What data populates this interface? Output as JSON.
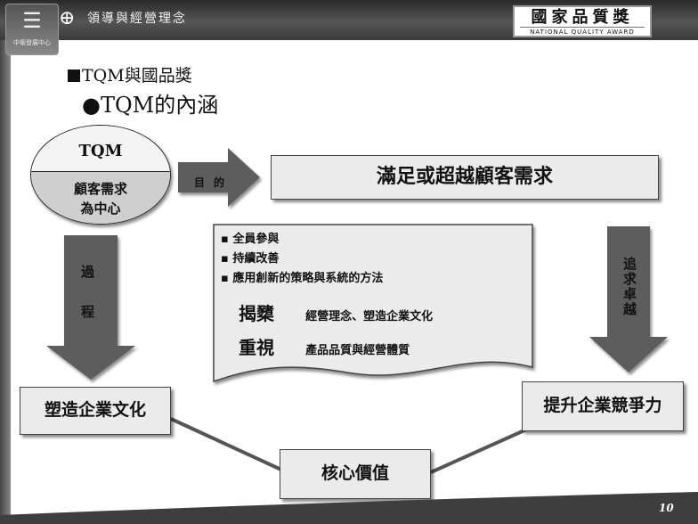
{
  "header": {
    "title": "領導與經營理念",
    "logo_caption": "中衛發展中心",
    "award_name": "國家品質獎",
    "award_english": "NATIONAL QUALITY AWARD"
  },
  "slide": {
    "title": "TQM與國品獎",
    "subtitle": "●TQM的內涵",
    "page_number": "10"
  },
  "diagram": {
    "circle_top": "TQM",
    "circle_bottom_line1": "顧客需求",
    "circle_bottom_line2": "為中心",
    "arrow_goal_label": "目的",
    "goal_box": "滿足或超越顧客需求",
    "arrow_process_label": "過程",
    "arrow_excellence_label": "追求卓越",
    "culture_box": "塑造企業文化",
    "competitiveness_box": "提升企業競爭力",
    "core_values_box": "核心價值",
    "bullets": [
      "全員參與",
      "持續改善",
      "應用創新的策略與系統的方法"
    ],
    "highlights": [
      {
        "key": "揭櫫",
        "value": "經營理念、塑造企業文化"
      },
      {
        "key": "重視",
        "value": "產品品質與經營體質"
      }
    ]
  },
  "colors": {
    "arrow": "#5d5d5d",
    "box_fill": "#ebebeb",
    "header": "#3a3a3a"
  }
}
